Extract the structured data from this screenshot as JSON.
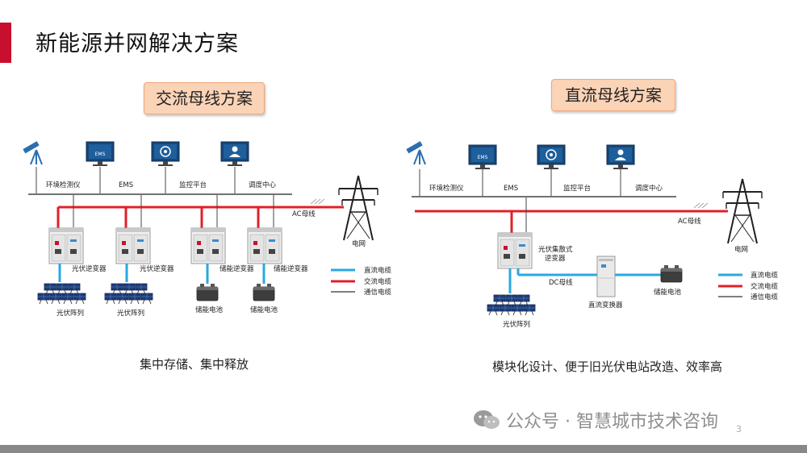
{
  "title": "新能源并网解决方案",
  "colors": {
    "accent": "#c8102e",
    "dc_cable": "#29a8e0",
    "ac_cable": "#e0202a",
    "comm_cable": "#555555",
    "box_fill": "#fbd3b6"
  },
  "left": {
    "scheme_label": "交流母线方案",
    "top_labels": {
      "env": "环境检测仪",
      "ems": "EMS",
      "monitor": "监控平台",
      "dispatch": "调度中心"
    },
    "monitor_text": "EMS",
    "bus_label": "AC母线",
    "grid_label": "电网",
    "inverters": [
      "光伏逆变器",
      "光伏逆变器",
      "储能逆变器",
      "储能逆变器"
    ],
    "sources": [
      "光伏阵列",
      "光伏阵列",
      "储能电池",
      "储能电池"
    ],
    "caption": "集中存储、集中释放"
  },
  "right": {
    "scheme_label": "直流母线方案",
    "top_labels": {
      "env": "环境检测仪",
      "ems": "EMS",
      "monitor": "监控平台",
      "dispatch": "调度中心"
    },
    "monitor_text": "EMS",
    "bus_label": "AC母线",
    "grid_label": "电网",
    "inverter_label_1": "光伏集散式",
    "inverter_label_2": "逆变器",
    "dc_bus_label": "DC母线",
    "converter_label": "直流变换器",
    "battery_label": "储能电池",
    "pv_label": "光伏阵列",
    "caption": "模块化设计、便于旧光伏电站改造、效率高"
  },
  "legend": {
    "dc": "直流电缆",
    "ac": "交流电缆",
    "comm": "通信电缆"
  },
  "watermark": "公众号 · 智慧城市技术咨询",
  "page_number": "3"
}
